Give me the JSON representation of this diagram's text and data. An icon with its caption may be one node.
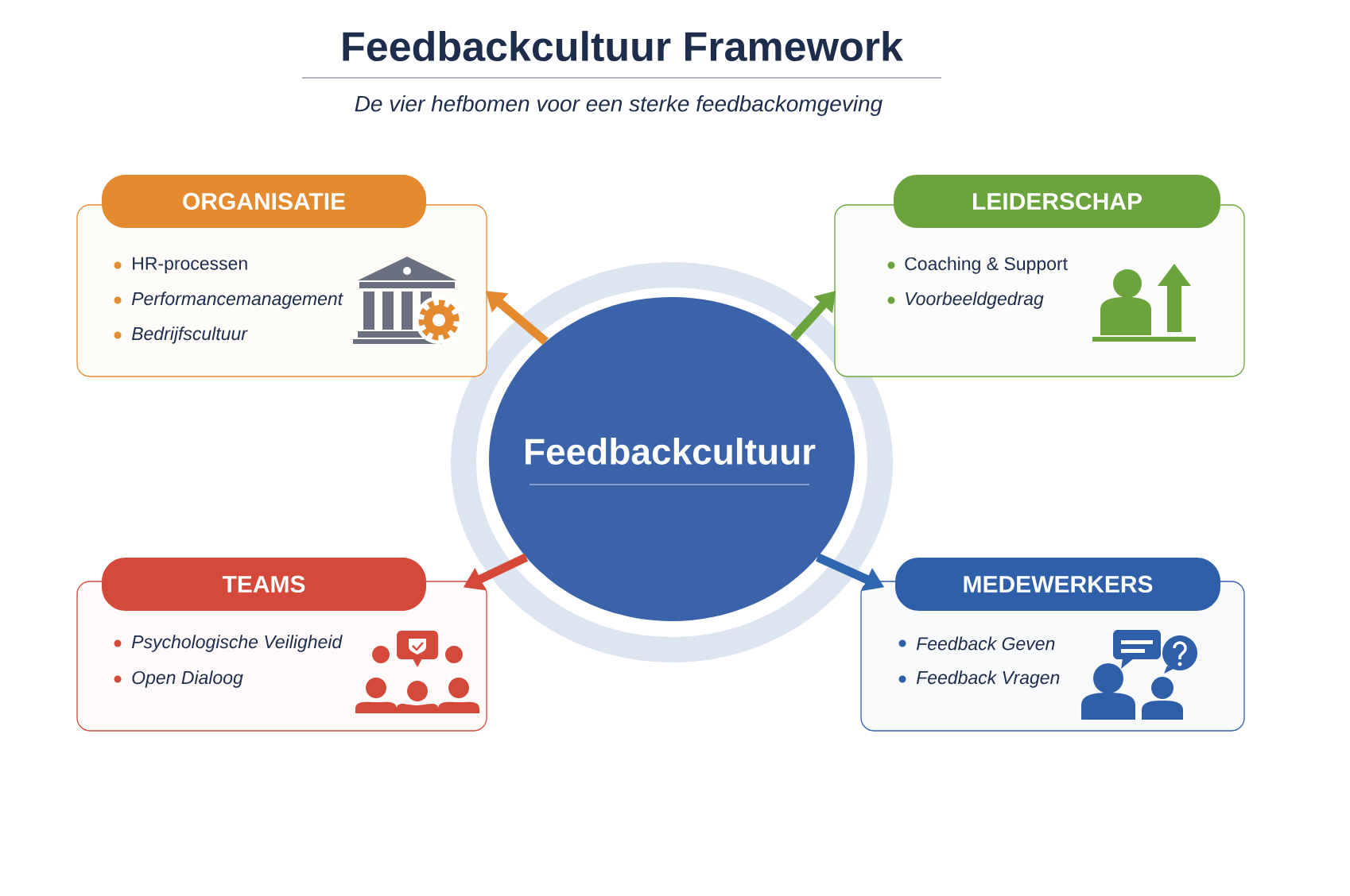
{
  "diagram": {
    "title": "Feedbackcultuur Framework",
    "nodes": [
      {
        "text": [
          "Feedbackcultuur"
        ]
      },
      {
        "text": [
          "ORGANISATIE",
          "HR-processen",
          "Performancemanagement",
          "Bedrijfscultuur"
        ]
      },
      {
        "text": [
          "LEIDERSCHAP",
          "Coaching & Support",
          "Voorbeeldgedrag"
        ]
      },
      {
        "text": [
          "TEAMS",
          "Psychologische Veiligheid",
          "Open Dialoog"
        ]
      },
      {
        "text": [
          "MEDEWERKERS",
          "Feedback Geven",
          "Feedback Vragen"
        ]
      }
    ],
    "edges": [
      {
        "from": 0,
        "to": 1,
        "arrow": "to",
        "color": "#e58b2f"
      },
      {
        "from": 0,
        "to": 2,
        "arrow": "to",
        "color": "#6ba43c"
      },
      {
        "from": 0,
        "to": 3,
        "arrow": "to",
        "color": "#d5493b"
      },
      {
        "from": 0,
        "to": 4,
        "arrow": "to",
        "color": "#2f66b0"
      }
    ],
    "labels": [
      "De vier hefbomen voor een sterke feedbackomgeving"
    ]
  }
}
